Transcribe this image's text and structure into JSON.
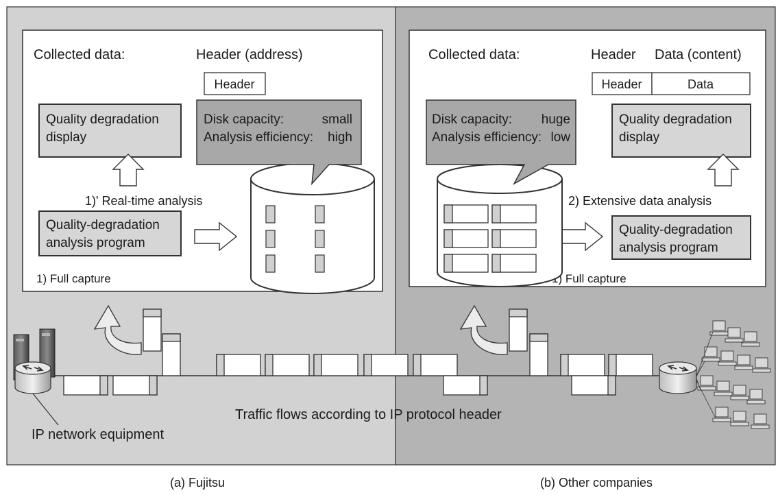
{
  "left_panel": {
    "collected_data_label": "Collected data:",
    "header_title": "Header (address)",
    "header_chip": "Header",
    "display_box": [
      "Quality degradation",
      "display"
    ],
    "callout": {
      "disk_label": "Disk capacity:",
      "disk_value": "small",
      "eff_label": "Analysis efficiency:",
      "eff_value": "high"
    },
    "realtime_label": "1)' Real-time analysis",
    "program_box": [
      "Quality-degradation",
      "analysis program"
    ],
    "capture_label": "1) Full capture",
    "caption": "(a) Fujitsu"
  },
  "right_panel": {
    "collected_data_label": "Collected data:",
    "header_title": "Header",
    "data_title": "Data (content)",
    "chip_header": "Header",
    "chip_data": "Data",
    "display_box": [
      "Quality degradation",
      "display"
    ],
    "callout": {
      "disk_label": "Disk capacity:",
      "disk_value": "huge",
      "eff_label": "Analysis efficiency:",
      "eff_value": "low"
    },
    "analysis_label": "2) Extensive data analysis",
    "program_box": [
      "Quality-degradation",
      "analysis program"
    ],
    "capture_label": "1) Full capture",
    "caption": "(b) Other companies"
  },
  "network": {
    "traffic_label": "Traffic flows according to IP protocol header",
    "equipment_label": "IP network equipment"
  },
  "colors": {
    "left_bg": "#d2d2d2",
    "right_bg": "#b4b4b4",
    "box_fill": "#d6d6d6",
    "callout_fill": "#a8a8a8",
    "border": "#333333"
  }
}
